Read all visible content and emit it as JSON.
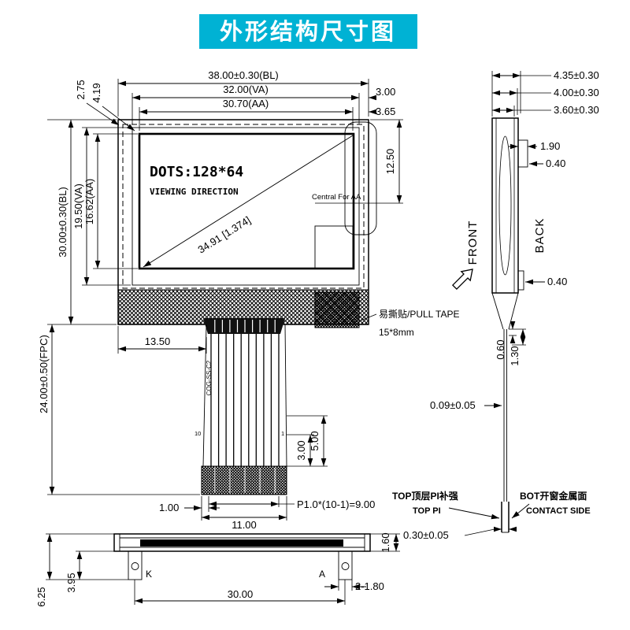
{
  "title": "外形结构尺寸图",
  "colors": {
    "banner": "#00b2d4"
  },
  "front": {
    "dim_bl_w": "38.00±0.30(BL)",
    "dim_va_w": "32.00(VA)",
    "dim_aa_w": "30.70(AA)",
    "dim_gap_va": "3.00",
    "dim_gap_aa": "3.65",
    "dim_275": "2.75",
    "dim_419": "4.19",
    "dim_bl_h": "30.00±0.30(BL)",
    "dim_va_h": "19.50(VA)",
    "dim_aa_h": "16.62(AA)",
    "dim_1250": "12.50",
    "dots": "DOTS:128*64",
    "viewing": "VIEWING DIRECTION",
    "central": "Central For AA",
    "diag": "34.91 [1.374]",
    "pull_tape_line1": "易撕贴/PULL TAPE",
    "pull_tape_line2": "15*8mm",
    "dim_1350": "13.50",
    "dim_fpc_len": "24.00±0.50(FPC)",
    "cable_code": "COG-SS-C2",
    "pin10": "10",
    "pin1": "1",
    "dim_cable_300": "3.00",
    "dim_cable_500": "5.00",
    "dim_100": "1.00",
    "dim_1100": "11.00",
    "dim_pitch": "P1.0*(10-1)=9.00"
  },
  "bottom": {
    "dim_160": "1.60",
    "label_k": "K",
    "label_a": "A",
    "dim_395": "3.95",
    "dim_625": "6.25",
    "dim_2x180": "2-1.80",
    "dim_3000": "30.00"
  },
  "side": {
    "dim_435": "4.35±0.30",
    "dim_400": "4.00±0.30",
    "dim_360": "3.60±0.30",
    "dim_190": "1.90",
    "dim_040_top": "0.40",
    "front_label": "FRONT",
    "back_label": "BACK",
    "dim_040_bot": "0.40",
    "dim_060": "0.60",
    "dim_130": "1.30",
    "dim_009": "0.09±0.05",
    "top_pi_cn": "TOP顶层PI补强",
    "top_pi_en": "TOP PI",
    "bot_cn": "BOT开窗金属面",
    "bot_en": "CONTACT SIDE",
    "dim_030": "0.30±0.05"
  }
}
